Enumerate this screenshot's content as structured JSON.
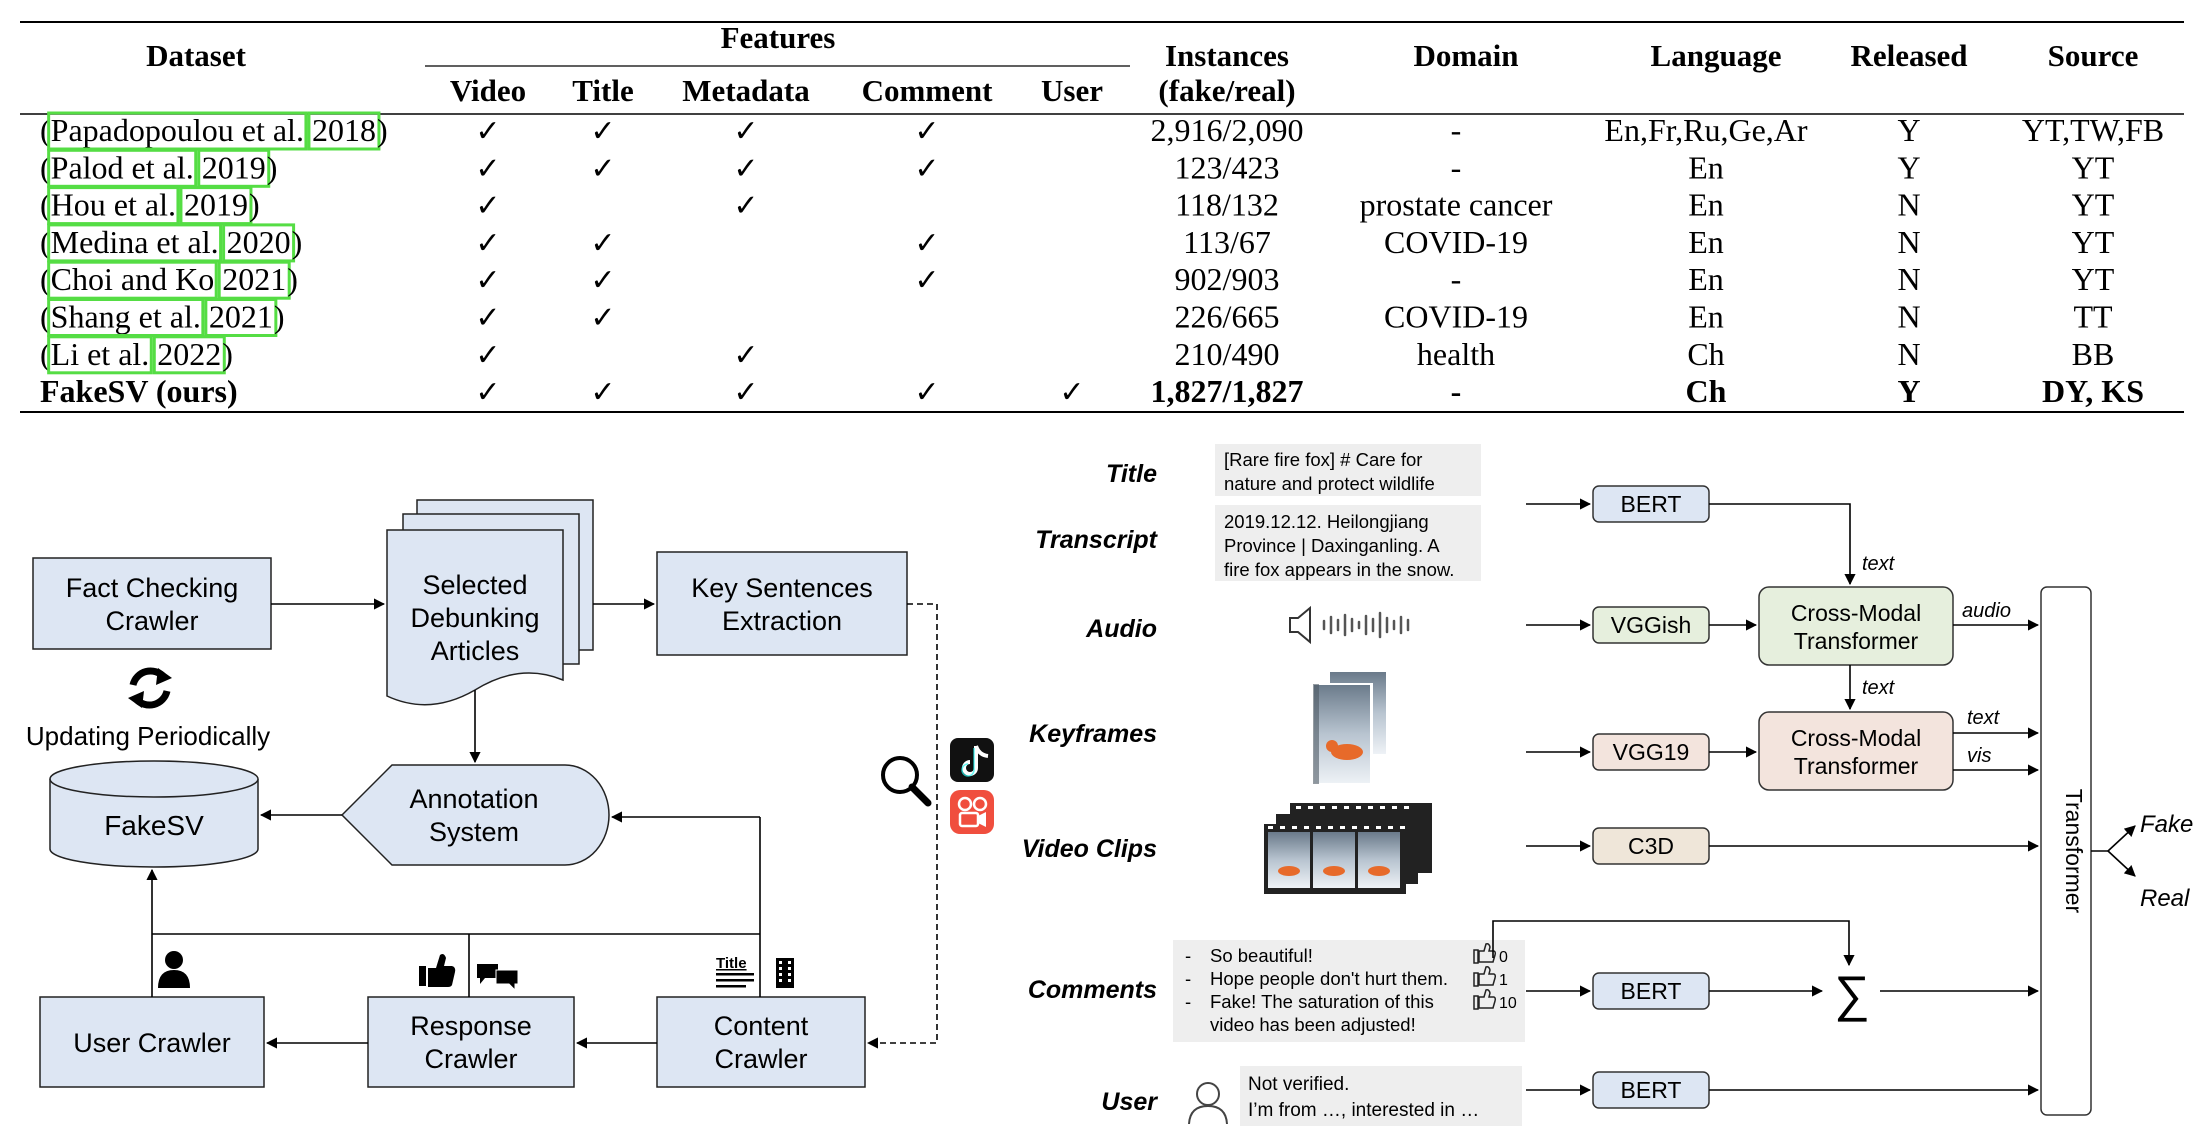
{
  "table": {
    "headers": {
      "dataset": "Dataset",
      "features": "Features",
      "feature_cols": [
        "Video",
        "Title",
        "Metadata",
        "Comment",
        "User"
      ],
      "instances_line1": "Instances",
      "instances_line2": "(fake/real)",
      "domain": "Domain",
      "language": "Language",
      "released": "Released",
      "source": "Source"
    },
    "check_symbol": "✓",
    "rows": [
      {
        "open": "(",
        "author": "Papadopoulou et al.",
        "year": "2018",
        "close": ")",
        "bold": false,
        "checks": [
          true,
          true,
          true,
          true,
          false
        ],
        "instances": "2,916/2,090",
        "domain": "-",
        "language": "En,Fr,Ru,Ge,Ar",
        "released": "Y",
        "source": "YT,TW,FB"
      },
      {
        "open": "(",
        "author": "Palod et al.",
        "year": "2019",
        "close": ")",
        "bold": false,
        "checks": [
          true,
          true,
          true,
          true,
          false
        ],
        "instances": "123/423",
        "domain": "-",
        "language": "En",
        "released": "Y",
        "source": "YT"
      },
      {
        "open": "(",
        "author": "Hou et al.",
        "year": "2019",
        "close": ")",
        "bold": false,
        "checks": [
          true,
          false,
          true,
          false,
          false
        ],
        "instances": "118/132",
        "domain": "prostate cancer",
        "language": "En",
        "released": "N",
        "source": "YT"
      },
      {
        "open": "(",
        "author": "Medina et al.",
        "year": "2020",
        "close": ")",
        "bold": false,
        "checks": [
          true,
          true,
          false,
          true,
          false
        ],
        "instances": "113/67",
        "domain": "COVID-19",
        "language": "En",
        "released": "N",
        "source": "YT"
      },
      {
        "open": "(",
        "author": "Choi and Ko",
        "year": "2021",
        "close": ")",
        "bold": false,
        "checks": [
          true,
          true,
          false,
          true,
          false
        ],
        "instances": "902/903",
        "domain": "-",
        "language": "En",
        "released": "N",
        "source": "YT"
      },
      {
        "open": "(",
        "author": "Shang et al.",
        "year": "2021",
        "close": ")",
        "bold": false,
        "checks": [
          true,
          true,
          false,
          false,
          false
        ],
        "instances": "226/665",
        "domain": "COVID-19",
        "language": "En",
        "released": "N",
        "source": "TT"
      },
      {
        "open": "(",
        "author": "Li et al.",
        "year": "2022",
        "close": ")",
        "bold": false,
        "checks": [
          true,
          false,
          true,
          false,
          false
        ],
        "instances": "210/490",
        "domain": "health",
        "language": "Ch",
        "released": "N",
        "source": "BB"
      },
      {
        "open": "",
        "author": "FakeSV (ours)",
        "year": "",
        "close": "",
        "bold": true,
        "checks": [
          true,
          true,
          true,
          true,
          true
        ],
        "instances": "1,827/1,827",
        "domain": "-",
        "language": "Ch",
        "released": "Y",
        "source": "DY, KS"
      }
    ]
  },
  "pipeline": {
    "fact_checking_crawler": [
      "Fact Checking",
      "Crawler"
    ],
    "selected_debunking_articles": [
      "Selected",
      "Debunking",
      "Articles"
    ],
    "key_sentences_extraction": [
      "Key Sentences",
      "Extraction"
    ],
    "updating_periodically": "Updating Periodically",
    "fakesv": "FakeSV",
    "annotation_system": [
      "Annotation",
      "System"
    ],
    "user_crawler": "User Crawler",
    "response_crawler": [
      "Response",
      "Crawler"
    ],
    "content_crawler": [
      "Content",
      "Crawler"
    ],
    "title_mini_label": "Title"
  },
  "model": {
    "row_labels": {
      "title": "Title",
      "transcript": "Transcript",
      "audio": "Audio",
      "keyframes": "Keyframes",
      "video_clips": "Video Clips",
      "comments": "Comments",
      "user": "User"
    },
    "title_text": [
      "[Rare fire fox] # Care for",
      "nature and protect wildlife"
    ],
    "transcript_text": [
      "2019.12.12. Heilongjiang",
      "Province | Daxinganling. A",
      "fire fox appears in the snow."
    ],
    "comments": [
      {
        "bullet": "-",
        "text": [
          "So beautiful!"
        ],
        "likes": "0"
      },
      {
        "bullet": "-",
        "text": [
          "Hope people don't hurt them."
        ],
        "likes": "1"
      },
      {
        "bullet": "-",
        "text": [
          "Fake! The saturation of this",
          "video has been adjusted!"
        ],
        "likes": "10"
      }
    ],
    "user_text": [
      "Not verified.",
      "I’m from …, interested in …"
    ],
    "encoders": {
      "bert_text": "BERT",
      "vggish": "VGGish",
      "vgg19": "VGG19",
      "c3d": "C3D",
      "bert_comments": "BERT",
      "bert_user": "BERT"
    },
    "cross_modal_1": [
      "Cross-Modal",
      "Transformer"
    ],
    "cross_modal_2": [
      "Cross-Modal",
      "Transformer"
    ],
    "transformer": "Transformer",
    "sum_symbol": "∑",
    "edge_labels": {
      "text1": "text",
      "audio": "audio",
      "text2": "text",
      "text3": "text",
      "vis": "vis"
    },
    "outputs": {
      "fake": "Fake",
      "real": "Real"
    }
  },
  "colors": {
    "box_fill": "#dde6f3",
    "ref_box": "#55dd44",
    "vggish_fill": "#e6efdd",
    "vgg19_fill": "#f3e4dd",
    "c3d_fill": "#efe6d9",
    "text_panel": "#eeeeee"
  }
}
